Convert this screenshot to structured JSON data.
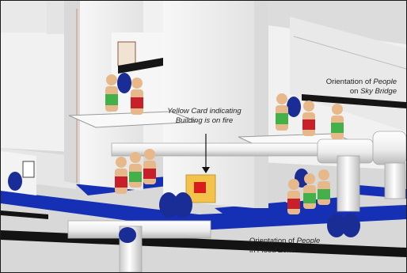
{
  "annotations": {
    "yellow_card": {
      "line1": "Yellow Card indicating",
      "line2": "Building is on fire"
    },
    "sky_bridge": {
      "line1_prefix": "Orientation of ",
      "line1_em": "People",
      "line2_prefix": "on ",
      "line2_em": "Sky Bridge"
    },
    "flood_zone": {
      "line1_prefix": "Orientation of ",
      "line1_em": "People",
      "line2_prefix": "in ",
      "line2_em": "Flood Zone"
    }
  },
  "colors": {
    "road": "#1530b4",
    "disc": "#1a2d96",
    "card_yellow": "#f2c24a",
    "card_red": "#d81c1c",
    "figure_head": "#e7b98a",
    "band_green": "#43b04a",
    "band_red": "#c8202a",
    "pipe": "#f4f4f4"
  }
}
